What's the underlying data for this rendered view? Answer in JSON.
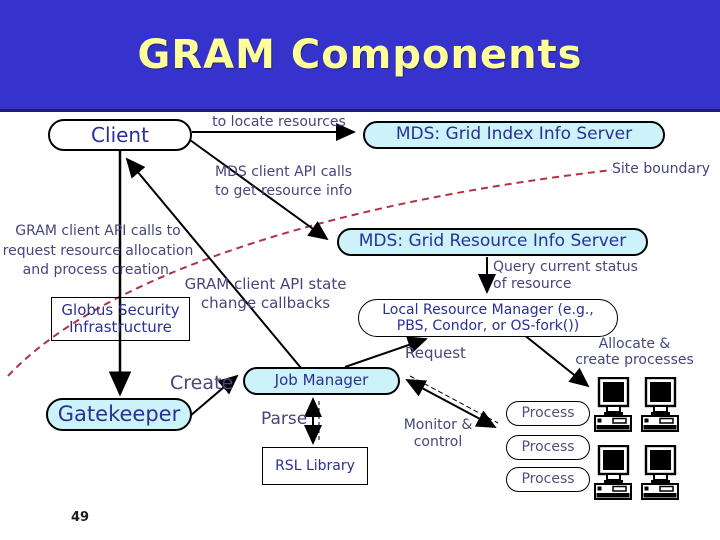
{
  "title": "GRAM Components",
  "page_number": "49",
  "colors": {
    "banner": "#3533cb",
    "banner_edge": "#1f1d7e",
    "title_text": "#ffff99",
    "cyan_fill": "#ccf2fa",
    "box_text": "#2b2f96",
    "label_text": "#46467e",
    "boundary": "#b23244"
  },
  "nodes": {
    "client": "Client",
    "mds_index": "MDS: Grid Index Info Server",
    "mds_resource": "MDS: Grid Resource Info Server",
    "gsi": "Globus Security\nInfrastructure",
    "gatekeeper": "Gatekeeper",
    "job_manager": "Job Manager",
    "lrm": "Local Resource Manager (e.g.,\nPBS, Condor, or OS-fork())",
    "rsl": "RSL Library",
    "processes": [
      "Process",
      "Process",
      "Process"
    ]
  },
  "labels": {
    "to_locate": "to locate resources",
    "mds_calls": "MDS client API calls\nto get resource info",
    "site_boundary": "Site boundary",
    "gram_calls": "GRAM client API calls to\nrequest resource allocation\nand process creation.",
    "callbacks": "GRAM client API state\nchange callbacks",
    "create": "Create",
    "parse": "Parse",
    "request": "Request",
    "query": "Query current status\nof resource",
    "allocate": "Allocate &\ncreate processes",
    "monitor": "Monitor &\ncontrol"
  }
}
